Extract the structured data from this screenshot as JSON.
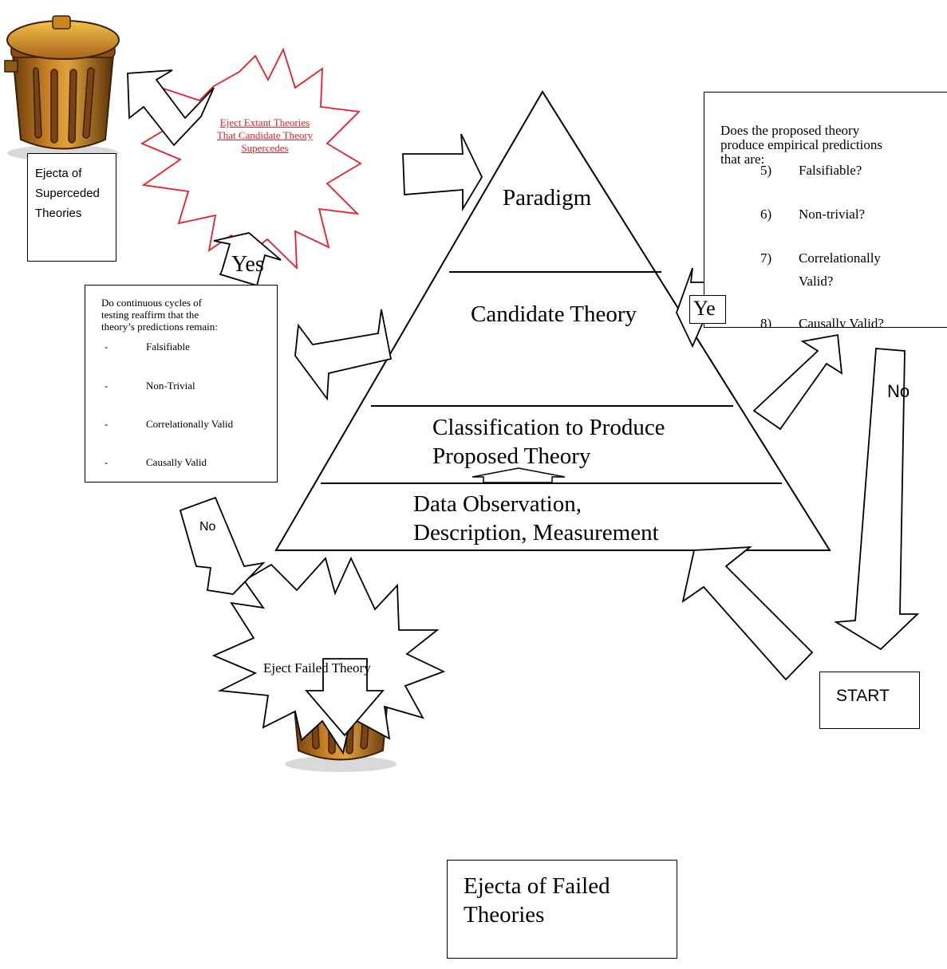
{
  "pyramid": {
    "levels": [
      "Paradigm",
      "Candidate Theory",
      "Classification to Produce",
      "Proposed Theory",
      "Data Observation,",
      "Description, Measurement"
    ]
  },
  "predictions_box": {
    "intro": [
      "Does the proposed theory",
      "produce empirical predictions",
      "that are:"
    ],
    "items": [
      {
        "num": "5)",
        "text": "Falsifiable?"
      },
      {
        "num": "6)",
        "text": "Non-trivial?"
      },
      {
        "num": "7)",
        "text": "Correlationally"
      },
      {
        "num": "",
        "text": "Valid?"
      },
      {
        "num": "8)",
        "text": "Causally Valid?"
      }
    ],
    "yes_label": "Ye"
  },
  "cycles_box": {
    "intro": [
      "Do continuous cycles of",
      "testing reaffirm that the",
      "theory’s predictions remain:"
    ],
    "items": [
      {
        "dash": "-",
        "text": "Falsifiable"
      },
      {
        "dash": "-",
        "text": "Non-Trivial"
      },
      {
        "dash": "-",
        "text": "Correlationally Valid"
      },
      {
        "dash": "-",
        "text": "Causally Valid"
      }
    ]
  },
  "labels": {
    "eject_extant": "Eject Extant Theories That Candidate Theory Supercedes",
    "eject_failed": "Eject Failed Theory",
    "yes_top": "Yes",
    "no_left": "No",
    "no_right": "No",
    "start": "START",
    "ejecta_superceded": [
      "Ejecta of",
      "Superceded",
      "Theories"
    ],
    "ejecta_failed": [
      "Ejecta of Failed",
      "Theories"
    ]
  },
  "icons": [
    "trash-can-icon",
    "trash-can-icon"
  ],
  "colors": {
    "burst_red": "#ee1c25",
    "can_body": "#b06a1c",
    "can_lid": "#c9861e"
  }
}
